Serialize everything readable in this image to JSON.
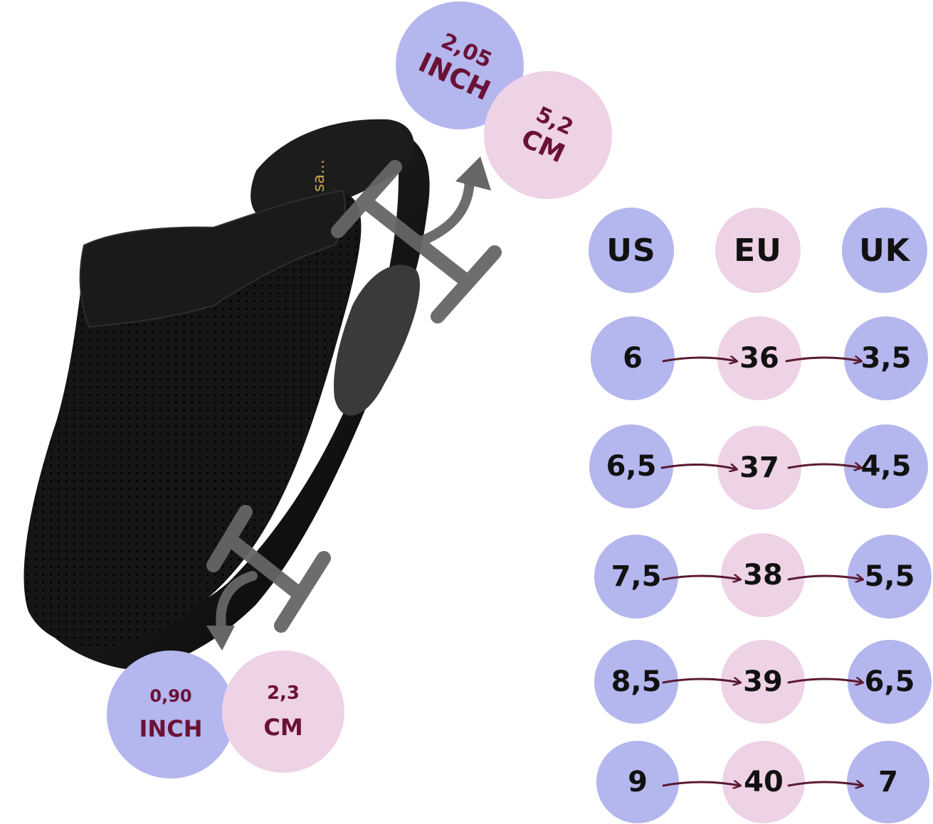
{
  "colors": {
    "lavender": "#b4b6ee",
    "pink": "#eed2e6",
    "measure_text": "#6a1236",
    "size_text": "#111111",
    "arrow": "#5a1a30",
    "dimension_marker": "#666666",
    "shoe": "#141414"
  },
  "product": {
    "image": "black-perforated-clog",
    "brand_imprint": "sa..."
  },
  "measurements": {
    "heel": {
      "inch_value": "2,05",
      "inch_unit": "INCH",
      "cm_value": "5,2",
      "cm_unit": "CM"
    },
    "platform": {
      "inch_value": "0,90",
      "inch_unit": "INCH",
      "cm_value": "2,3",
      "cm_unit": "CM"
    }
  },
  "size_table": {
    "headers": [
      "US",
      "EU",
      "UK"
    ],
    "rows": [
      [
        "6",
        "36",
        "3,5"
      ],
      [
        "6,5",
        "37",
        "4,5"
      ],
      [
        "7,5",
        "38",
        "5,5"
      ],
      [
        "8,5",
        "39",
        "6,5"
      ],
      [
        "9",
        "40",
        "7"
      ]
    ]
  }
}
